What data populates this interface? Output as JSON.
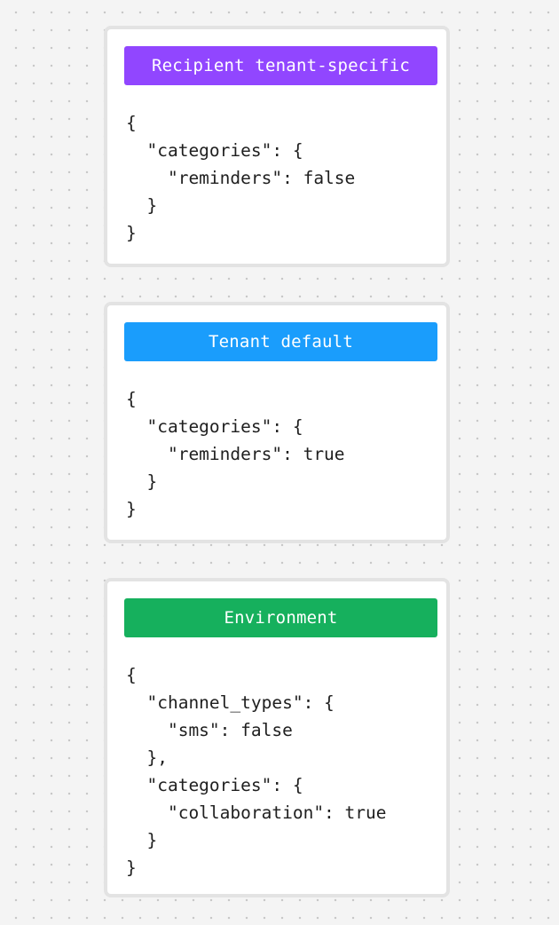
{
  "cards": [
    {
      "header": "Recipient tenant-specific",
      "header_color": "#9146ff",
      "code_lines": [
        "{",
        "  \"categories\": {",
        "    \"reminders\": false",
        "  }",
        "}"
      ]
    },
    {
      "header": "Tenant default",
      "header_color": "#1a9dfc",
      "code_lines": [
        "{",
        "  \"categories\": {",
        "    \"reminders\": true",
        "  }",
        "}"
      ]
    },
    {
      "header": "Environment",
      "header_color": "#16b05d",
      "code_lines": [
        "{",
        "  \"channel_types\": {",
        "    \"sms\": false",
        "  },",
        "  \"categories\": {",
        "    \"collaboration\": true",
        "  }",
        "}"
      ]
    }
  ],
  "colors": {
    "background": "#f4f4f4",
    "card_border": "#e3e3e3",
    "code_text": "#1f1f1f"
  }
}
